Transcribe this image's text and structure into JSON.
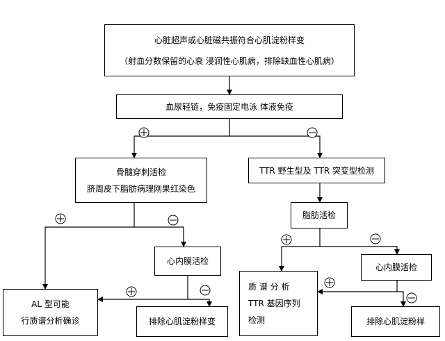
{
  "nodes": {
    "echo": {
      "line1": "心脏超声或心脏磁共振符合心肌淀粉样变",
      "line2": "（射血分数保留的心衰 浸润性心肌病，排除缺血性心肌病）"
    },
    "serum": {
      "line1": "血尿轻链，免疫固定电泳 体液免疫"
    },
    "marrow": {
      "line1": "骨髓穿刺活检",
      "line2": "脐周皮下脂肪病理刚果红染色"
    },
    "ttr_type": {
      "line1": "TTR 野生型及 TTR 突变型检测"
    },
    "fat_biopsy": {
      "line1": "脂肪活检"
    },
    "endo_left": {
      "line1": "心内膜活检"
    },
    "endo_right": {
      "line1": "心内膜活检"
    },
    "al_possible": {
      "line1": "AL 型可能",
      "line2": "行质谱分析确诊"
    },
    "exclude_left": {
      "line1": "排除心肌淀粉样变"
    },
    "mass_spec": {
      "line1": "质 谱 分 析",
      "line2": "TTR 基因序列",
      "line3": "检测"
    },
    "exclude_right": {
      "line1": "排除心肌淀粉样"
    }
  },
  "signs": {
    "positive": "plus-circle-icon",
    "negative": "minus-circle-icon"
  }
}
